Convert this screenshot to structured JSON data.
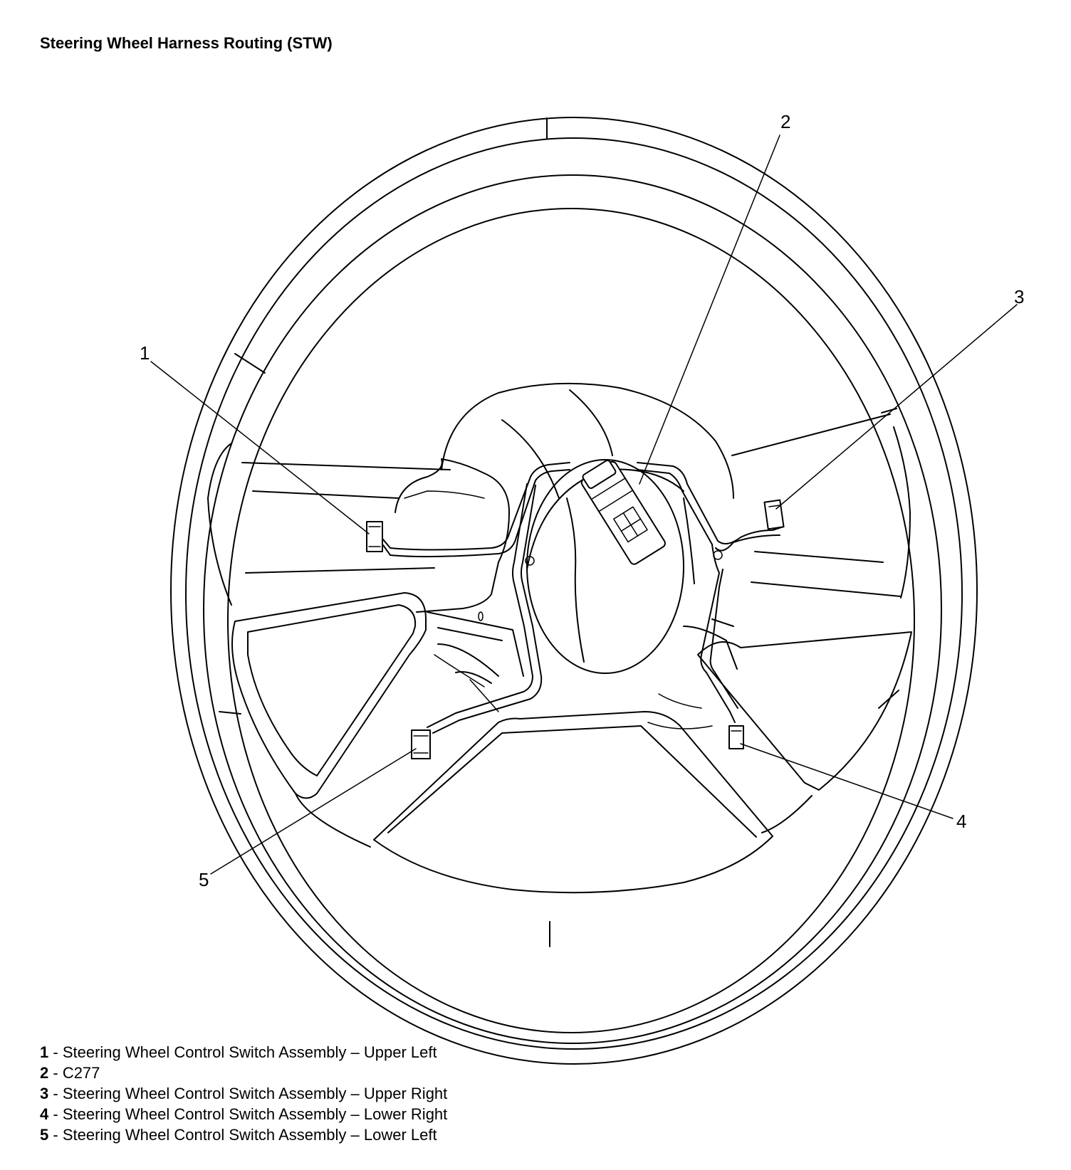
{
  "title": "Steering Wheel Harness Routing (STW)",
  "callouts": [
    {
      "number": "1",
      "label": "Steering Wheel Control Switch Assembly",
      "detail": "Upper Left"
    },
    {
      "number": "2",
      "label": "C277",
      "detail": ""
    },
    {
      "number": "3",
      "label": "Steering Wheel Control Switch Assembly",
      "detail": "Upper Right"
    },
    {
      "number": "4",
      "label": "Steering Wheel Control Switch Assembly",
      "detail": "Lower Right"
    },
    {
      "number": "5",
      "label": "Steering Wheel Control Switch Assembly",
      "detail": "Lower Left"
    }
  ],
  "legend": [
    {
      "number": "1",
      "sep": " - ",
      "text": "Steering Wheel Control Switch Assembly – Upper Left"
    },
    {
      "number": "2",
      "sep": " - ",
      "text": "C277"
    },
    {
      "number": "3",
      "sep": " - ",
      "text": "Steering Wheel Control Switch Assembly – Upper Right"
    },
    {
      "number": "4",
      "sep": " - ",
      "text": "Steering Wheel Control Switch Assembly – Lower Right"
    },
    {
      "number": "5",
      "sep": " - ",
      "text": "Steering Wheel Control Switch Assembly – Lower Left"
    }
  ]
}
